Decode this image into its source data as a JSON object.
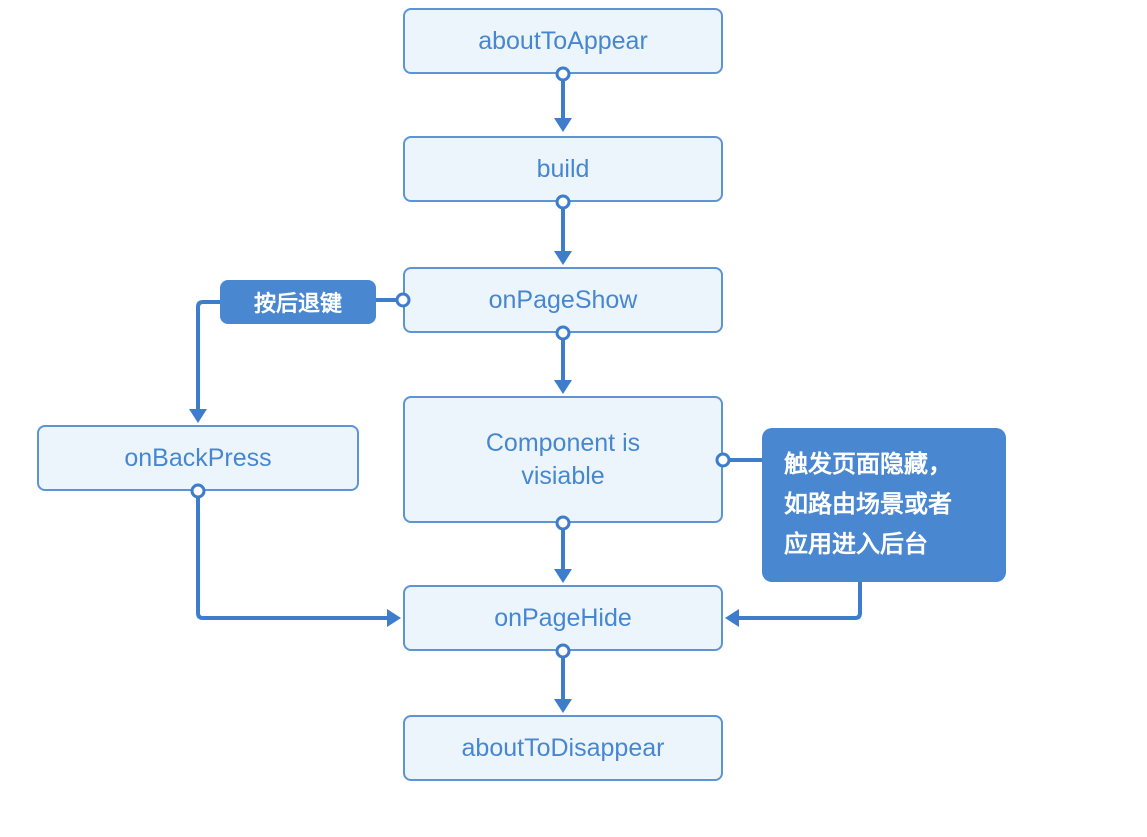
{
  "flowchart": {
    "nodes": {
      "about_to_appear": "aboutToAppear",
      "build": "build",
      "on_page_show": "onPageShow",
      "component_visible_line1": "Component is",
      "component_visible_line2": "visiable",
      "on_page_hide": "onPageHide",
      "about_to_disappear": "aboutToDisappear",
      "on_back_press": "onBackPress"
    },
    "callouts": {
      "back_key_label": "按后退键",
      "page_hide_note_line1": "触发页面隐藏，",
      "page_hide_note_line2": "如路由场景或者",
      "page_hide_note_line3": "应用进入后台"
    },
    "colors": {
      "node_fill": "#ECF5FC",
      "node_border": "#5C94D6",
      "node_text": "#4787D2",
      "connector": "#3D7DCC",
      "callout_fill": "#4A87D1",
      "callout_text": "#FFFFFF"
    }
  }
}
